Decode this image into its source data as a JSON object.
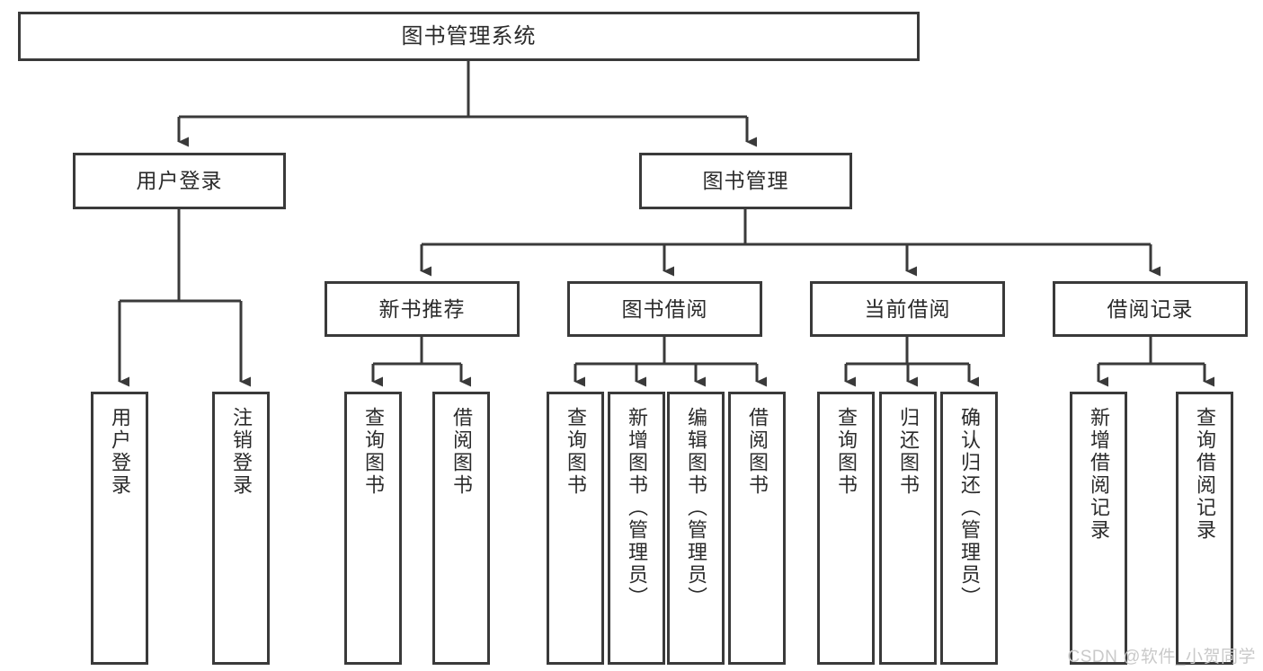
{
  "diagram": {
    "title": "图书管理系统",
    "type": "tree-hierarchy-chart",
    "watermark": "CSDN @软件_小贺同学",
    "colors": {
      "stroke": "#3a3a3a",
      "box_fill": "#ffffff",
      "text": "#2b2b2b",
      "background": "#ffffff",
      "watermark": "#c9c9c9"
    }
  },
  "root": {
    "label": "图书管理系统"
  },
  "level1": [
    {
      "label": "用户登录"
    },
    {
      "label": "图书管理"
    }
  ],
  "level2": [
    {
      "label": "新书推荐"
    },
    {
      "label": "图书借阅"
    },
    {
      "label": "当前借阅"
    },
    {
      "label": "借阅记录"
    }
  ],
  "leaves": {
    "user_login": [
      {
        "label": "用户登录"
      },
      {
        "label": "注销登录"
      }
    ],
    "new_book_recommend": [
      {
        "label": "查询图书"
      },
      {
        "label": "借阅图书"
      }
    ],
    "book_borrow": [
      {
        "label": "查询图书"
      },
      {
        "label": "新增图书（管理员）"
      },
      {
        "label": "编辑图书（管理员）"
      },
      {
        "label": "借阅图书"
      }
    ],
    "current_borrow": [
      {
        "label": "查询图书"
      },
      {
        "label": "归还图书"
      },
      {
        "label": "确认归还（管理员）"
      }
    ],
    "borrow_record": [
      {
        "label": "新增借阅记录"
      },
      {
        "label": "查询借阅记录"
      }
    ]
  }
}
